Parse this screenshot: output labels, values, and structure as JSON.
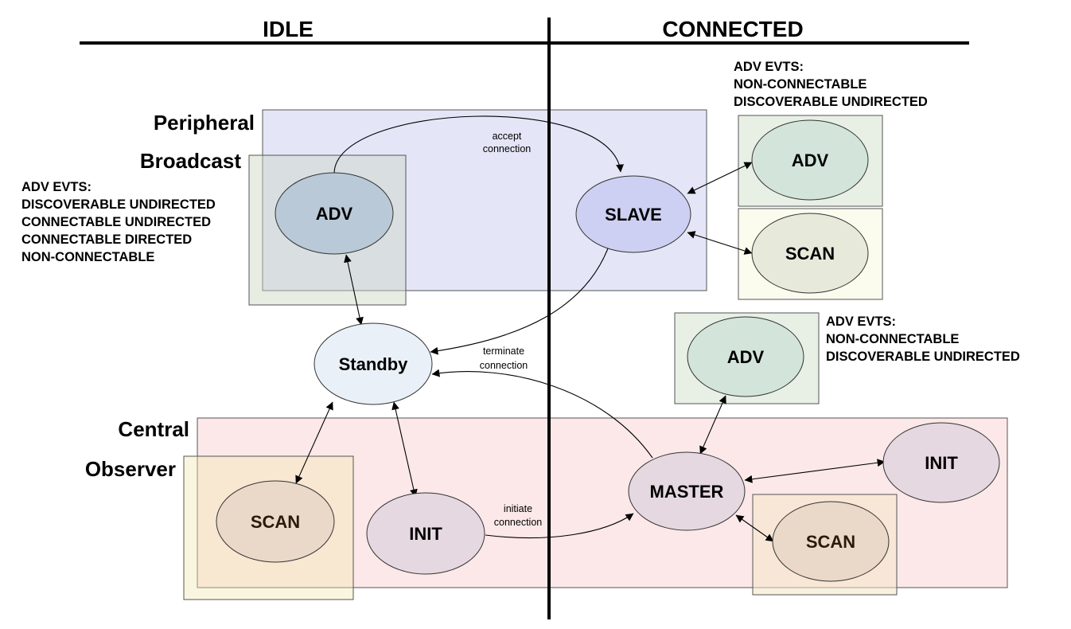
{
  "headers": {
    "idle": "IDLE",
    "connected": "CONNECTED"
  },
  "roles": {
    "peripheral": "Peripheral",
    "broadcast": "Broadcast",
    "central": "Central",
    "observer": "Observer"
  },
  "states": {
    "idle_adv": "ADV",
    "slave": "SLAVE",
    "slave_adv": "ADV",
    "slave_scan": "SCAN",
    "standby": "Standby",
    "master_adv": "ADV",
    "master": "MASTER",
    "master_init": "INIT",
    "master_scan": "SCAN",
    "idle_scan": "SCAN",
    "idle_init": "INIT"
  },
  "adv_events": {
    "idle": [
      "ADV EVTS:",
      "DISCOVERABLE UNDIRECTED",
      "CONNECTABLE UNDIRECTED",
      "CONNECTABLE DIRECTED",
      "NON-CONNECTABLE"
    ],
    "slave": [
      "ADV EVTS:",
      "NON-CONNECTABLE",
      "DISCOVERABLE UNDIRECTED"
    ],
    "master": [
      "ADV EVTS:",
      "NON-CONNECTABLE",
      "DISCOVERABLE UNDIRECTED"
    ]
  },
  "transitions": {
    "accept": [
      "accept",
      "connection"
    ],
    "terminate": [
      "terminate",
      "connection"
    ],
    "initiate": [
      "initiate",
      "connection"
    ]
  },
  "colors": {
    "peripheral_region": "#e4e6f8",
    "central_region": "#fce8e8",
    "broadcast_box": "#e8efe0",
    "observer_box": "#fbf1df",
    "slave_adv_box": "#e8f0e6",
    "slave_scan_box": "#fcfcee",
    "master_adv_box": "#e8f0e6",
    "master_scan_box": "#faefe3",
    "adv_idle": "#b9c9d7",
    "slave": "#cdd0f2",
    "adv_green": "#d3e4da",
    "scan_olive": "#e7eadb",
    "standby": "#eaf0f8",
    "master": "#e6d8e0",
    "init": "#e6d8e0",
    "scan_tan": "#ead9c8"
  }
}
